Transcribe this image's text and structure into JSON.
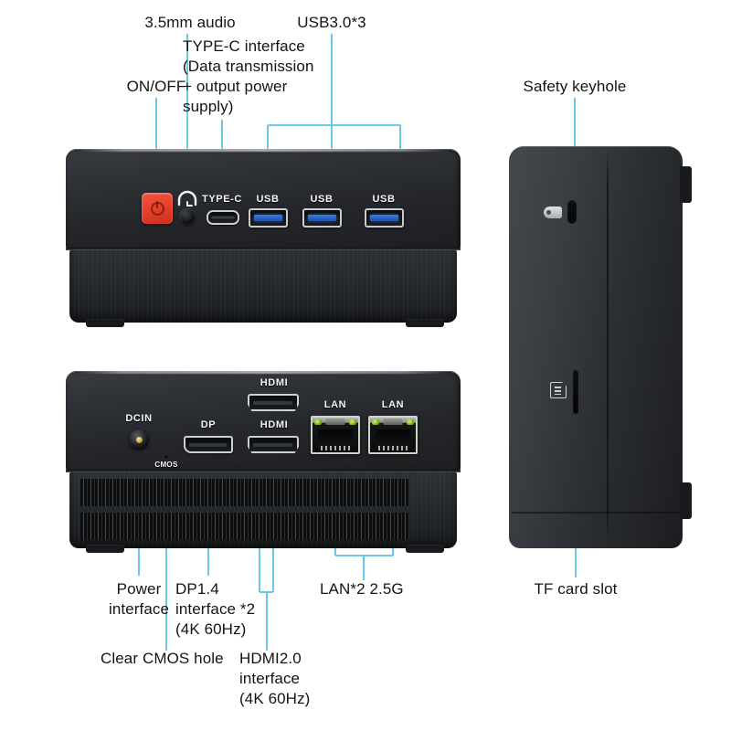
{
  "diagram": {
    "title": "Mini PC interface annotation diagram",
    "accent_line_color": "#5bc2e8",
    "body_color": "#2a2d31",
    "power_button_color": "#e8412f",
    "usb_insert_color": "#2a62cf",
    "lan_led_color": "#8ec63f"
  },
  "callouts": {
    "on_off": "ON/OFF",
    "audio": "3.5mm audio",
    "typec": "TYPE-C interface\n(Data transmission\n+ output power\nsupply)",
    "usb30": "USB3.0*3",
    "safety_keyhole": "Safety keyhole",
    "power_interface": "Power\ninterface",
    "clear_cmos": "Clear CMOS hole",
    "dp14": "DP1.4\ninterface *2\n(4K 60Hz)",
    "hdmi20": "HDMI2.0\ninterface\n(4K 60Hz)",
    "lan": "LAN*2 2.5G",
    "tf_card": "TF card slot"
  },
  "front_view": {
    "name": "front-panel",
    "ports": [
      {
        "type": "power-button",
        "label": ""
      },
      {
        "type": "audio-jack",
        "label": ""
      },
      {
        "type": "usb-c",
        "label": "TYPE-C"
      },
      {
        "type": "usb-a",
        "label": "USB"
      },
      {
        "type": "usb-a",
        "label": "USB"
      },
      {
        "type": "usb-a",
        "label": "USB"
      }
    ]
  },
  "rear_view": {
    "name": "rear-panel",
    "ports": [
      {
        "type": "dc-in",
        "label": "DCIN"
      },
      {
        "type": "cmos-hole",
        "label": "CMOS"
      },
      {
        "type": "displayport",
        "label": "DP"
      },
      {
        "type": "hdmi-top",
        "label": "HDMI"
      },
      {
        "type": "hdmi-bottom",
        "label": "HDMI"
      },
      {
        "type": "lan-left",
        "label": "LAN"
      },
      {
        "type": "lan-right",
        "label": "LAN"
      }
    ]
  },
  "side_view": {
    "name": "side-panel",
    "features": [
      {
        "type": "kensington-lock",
        "label": ""
      },
      {
        "type": "tf-card-slot",
        "label": ""
      }
    ]
  }
}
